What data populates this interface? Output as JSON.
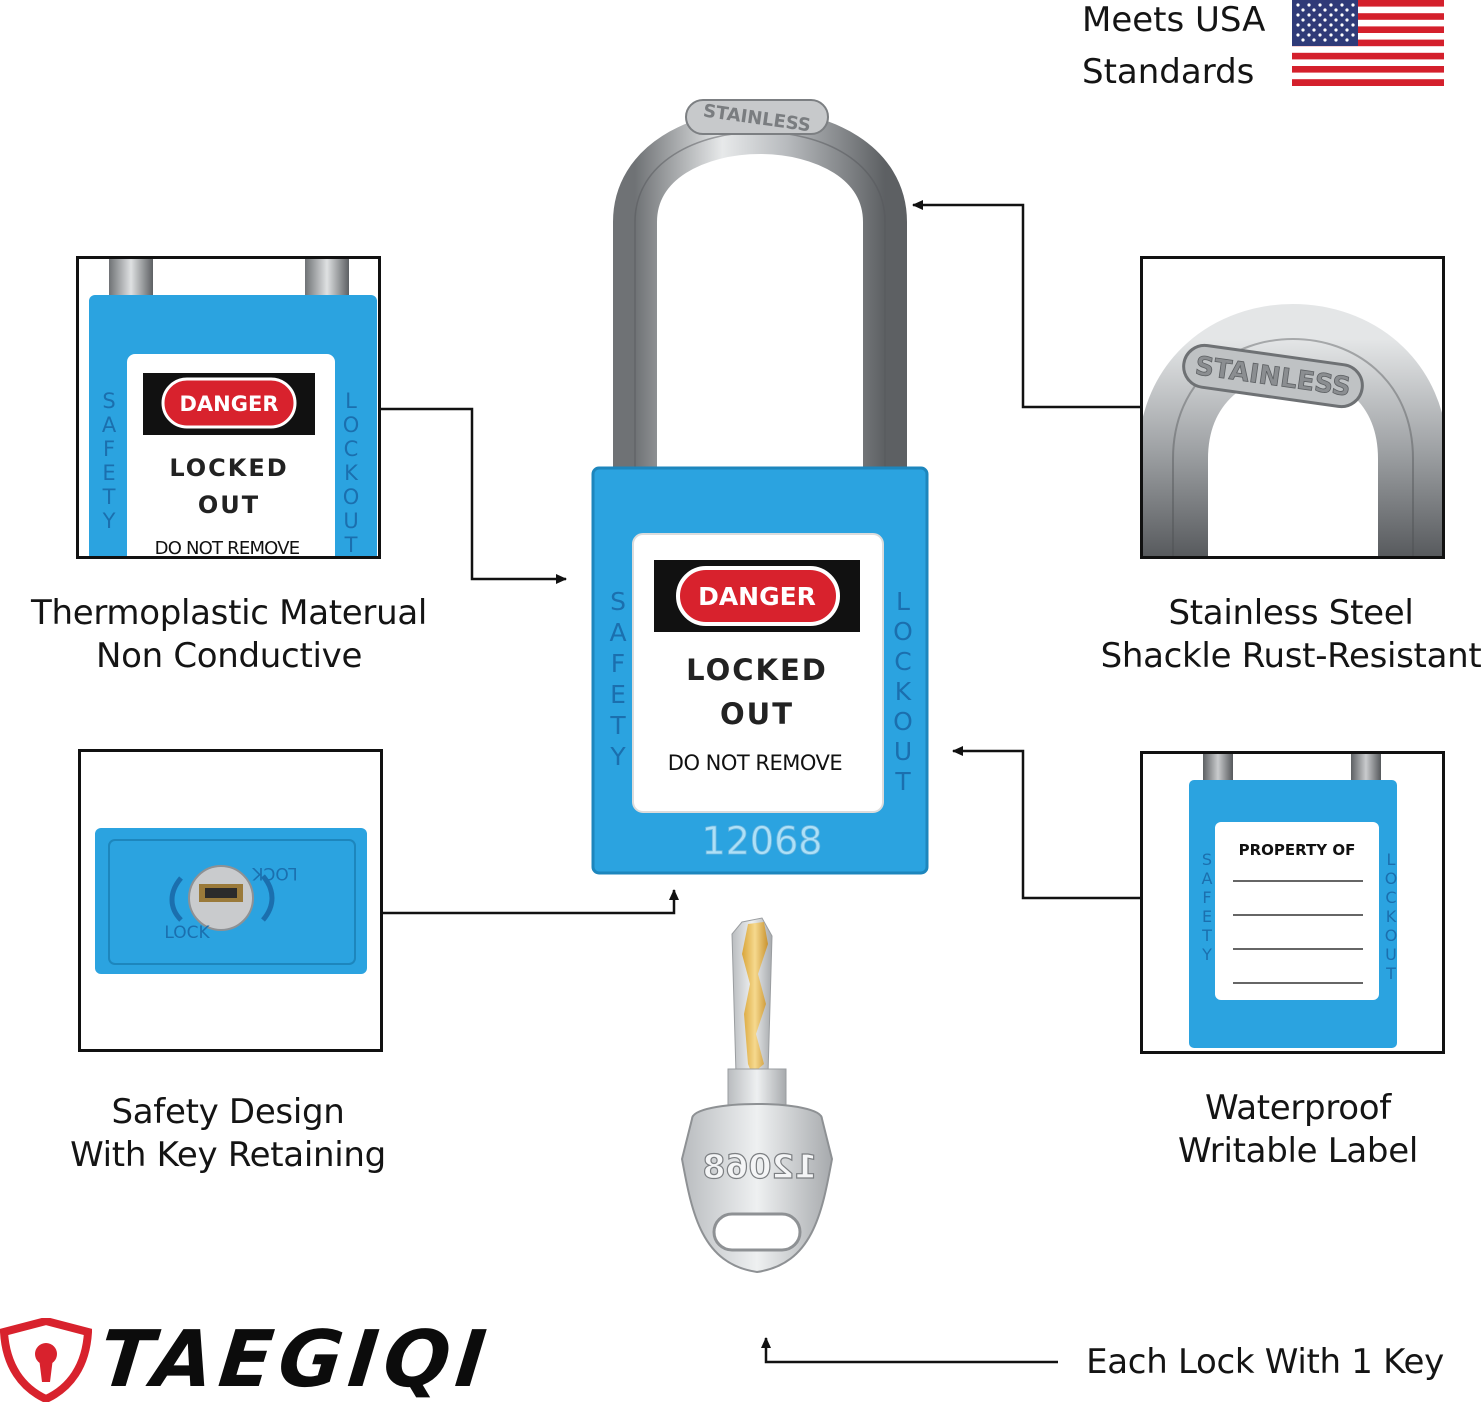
{
  "badge": {
    "line1": "Meets USA",
    "line2": "Standards",
    "flag_icon": "usa-flag-icon"
  },
  "lock": {
    "shackle_stamp": "STAINLESS",
    "label_danger": "DANGER",
    "label_line1": "LOCKED",
    "label_line2": "OUT",
    "label_line3": "DO NOT REMOVE",
    "side_left": "SAFETY",
    "side_right": "LOCKOUT",
    "serial": "12068",
    "body_color": "#2ba3e0"
  },
  "key": {
    "serial": "12068"
  },
  "features": {
    "thermoplastic": {
      "line1": "Thermoplastic Materual",
      "line2": "Non Conductive",
      "detail": {
        "danger": "DANGER",
        "line1": "LOCKED",
        "line2": "OUT",
        "line3": "DO NOT REMOVE",
        "side_left": "SAFETY",
        "side_right": "LOCKOUT"
      }
    },
    "stainless": {
      "line1": "Stainless Steel",
      "line2": "Shackle Rust-Resistant",
      "detail": {
        "stamp": "STAINLESS"
      }
    },
    "safety": {
      "line1": "Safety Design",
      "line2": "With Key Retaining",
      "detail": {
        "lock_top": "LOCK",
        "lock_bottom": "LOCK"
      }
    },
    "waterproof": {
      "line1": "Waterproof",
      "line2": "Writable Label",
      "detail": {
        "heading": "PROPERTY OF",
        "side_left": "SAFETY",
        "side_right": "LOCKOUT"
      }
    },
    "key_note": {
      "text": "Each Lock With 1 Key"
    }
  },
  "brand": {
    "name": "TAEGIQI",
    "logo_icon": "shield-keyhole-logo-icon"
  }
}
